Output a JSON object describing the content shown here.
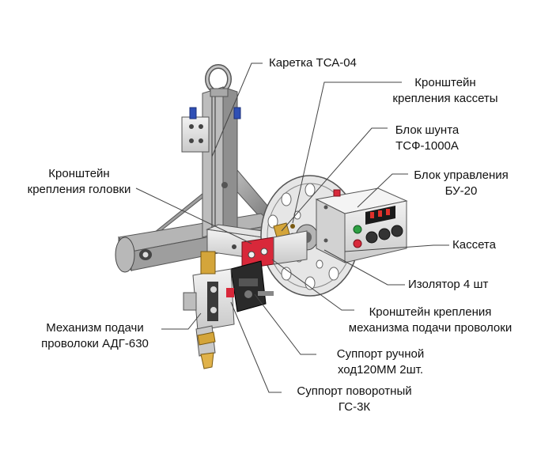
{
  "callouts": {
    "carriage": [
      "Каретка ТСА-04"
    ],
    "cassette_bracket": [
      "Кронштейн",
      "крепления кассеты"
    ],
    "shunt_block": [
      "Блок шунта",
      "ТСФ-1000А"
    ],
    "control_block": [
      "Блок управления",
      "БУ-20"
    ],
    "head_bracket": [
      "Кронштейн",
      "крепления головки"
    ],
    "cassette": [
      "Кассета"
    ],
    "insulator": [
      "Изолятор 4 шт"
    ],
    "feed_bracket": [
      "Кронштейн крепления",
      "механизма подачи проволоки"
    ],
    "feed_mechanism": [
      "Механизм подачи",
      "проволоки АДГ-630"
    ],
    "manual_support": [
      "Суппорт ручной",
      "ход120ММ 2шт."
    ],
    "rotary_support": [
      "Суппорт поворотный",
      "ГС-3К"
    ]
  },
  "colors": {
    "frame_grey": "#9a9a9a",
    "accent_red": "#d8283a",
    "accent_blue": "#2f4fb5",
    "indicator_green": "#2ea043",
    "display_red": "#e0302a",
    "gold": "#d4a53a"
  }
}
